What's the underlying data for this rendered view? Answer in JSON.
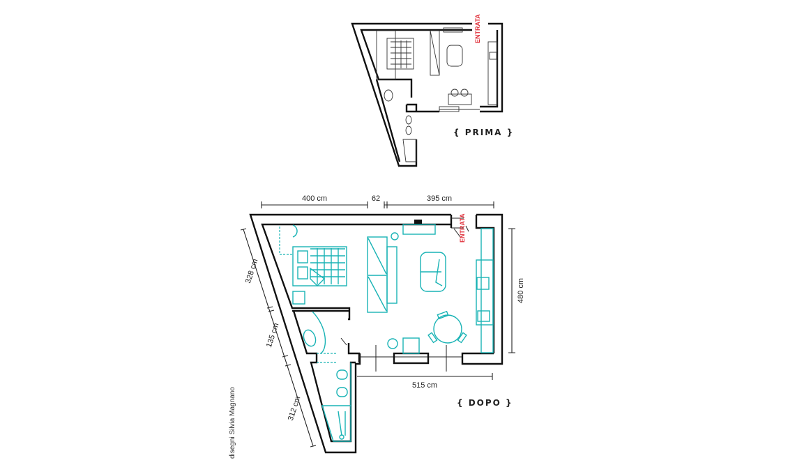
{
  "colors": {
    "walls": "#111111",
    "new_furniture": "#19b3b5",
    "entrance": "#e0303a"
  },
  "prima": {
    "label": "{ PRIMA }",
    "entrance": "ENTRATA"
  },
  "dopo": {
    "label": "{ DOPO }",
    "entrance": "ENTRATA",
    "dimensions": {
      "top_left": "400 cm",
      "top_middle": "62",
      "top_right": "395 cm",
      "right": "480 cm",
      "bottom": "515 cm",
      "diag_upper": "328 cm",
      "diag_middle": "135 cm",
      "diag_lower": "312 cm"
    }
  },
  "credit": "disegni Silvia Magnano"
}
